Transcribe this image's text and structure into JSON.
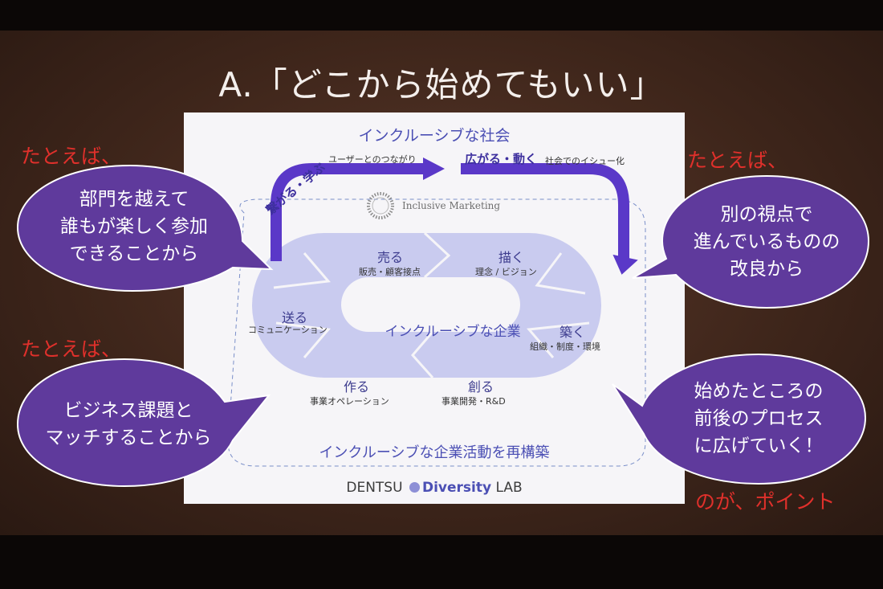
{
  "slide_title": "A.「どこから始めてもいい」",
  "diagram": {
    "top_title": "インクルーシブな社会",
    "arrow_left_label": "繋がる・学ぶ",
    "arrow_left_sub": "ユーザーとのつながり",
    "arrow_right_label": "広がる・動く",
    "arrow_right_sub": "社会でのイシュー化",
    "logo_text": "Inclusive Marketing",
    "center_label": "インクルーシブな企業",
    "bottom_label": "インクルーシブな企業活動を再構築",
    "nodes": {
      "sell": {
        "title": "売る",
        "sub": "販売・顧客接点"
      },
      "draw": {
        "title": "描く",
        "sub": "理念 / ビジョン"
      },
      "build": {
        "title": "築く",
        "sub": "組織・制度・環境"
      },
      "create": {
        "title": "創る",
        "sub": "事業開発・R&D"
      },
      "make": {
        "title": "作る",
        "sub": "事業オペレーション"
      },
      "send": {
        "title": "送る",
        "sub": "コミュニケーション"
      }
    },
    "brand_left": "DENTSU",
    "brand_mid": "Diversity",
    "brand_right": "LAB"
  },
  "callouts": {
    "label_top_left": "たとえば、",
    "label_top_right": "たとえば、",
    "label_mid_left": "たとえば、",
    "label_bottom_right": "のが、ポイント",
    "bubble_top_left": [
      "部門を越えて",
      "誰もが楽しく参加",
      "できることから"
    ],
    "bubble_top_right": [
      "別の視点で",
      "進んでいるものの",
      "改良から"
    ],
    "bubble_bottom_left": [
      "ビジネス課題と",
      "マッチすることから"
    ],
    "bubble_bottom_right": [
      "始めたところの",
      "前後のプロセス",
      "に広げていく！"
    ]
  },
  "colors": {
    "bubble_fill": "#5f3a9c",
    "accent_red": "#e0302b",
    "diagram_blue": "#4b4fb4",
    "arrow_purple": "#5a38c8"
  }
}
